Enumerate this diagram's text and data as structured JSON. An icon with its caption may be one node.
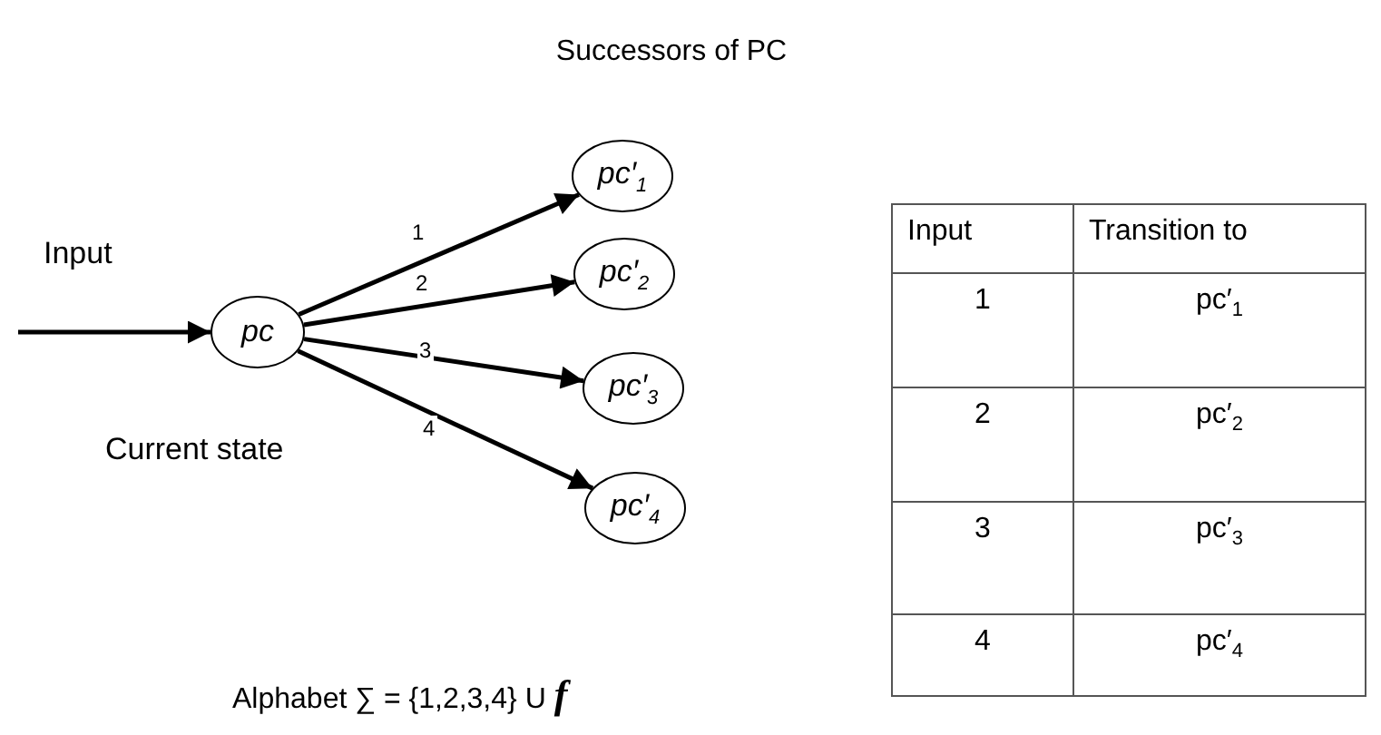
{
  "diagram": {
    "title": "Successors of PC",
    "nodes": [
      {
        "text": [
          "pc"
        ]
      },
      {
        "text": [
          "pc′$_{1}$"
        ]
      },
      {
        "text": [
          "pc′$_{2}$"
        ]
      },
      {
        "text": [
          "pc′$_{3}$"
        ]
      },
      {
        "text": [
          "pc′$_{4}$"
        ]
      }
    ],
    "edges": [
      {
        "from": null,
        "to": 0,
        "arrow": "to"
      },
      {
        "from": 0,
        "to": 1,
        "arrow": "to",
        "label": "1"
      },
      {
        "from": 0,
        "to": 2,
        "arrow": "to",
        "label": "2"
      },
      {
        "from": 0,
        "to": 3,
        "arrow": "to",
        "label": "3"
      },
      {
        "from": 0,
        "to": 4,
        "arrow": "to",
        "label": "4"
      }
    ],
    "labels": [
      "Input",
      "Current state",
      "Alphabet ∑ = {1,2,3,4} U *f*",
      "Input",
      "Transition to",
      "1",
      "pc′$_{1}$",
      "2",
      "pc′$_{2}$",
      "3",
      "pc′$_{3}$",
      "4",
      "pc′$_{4}$"
    ]
  }
}
